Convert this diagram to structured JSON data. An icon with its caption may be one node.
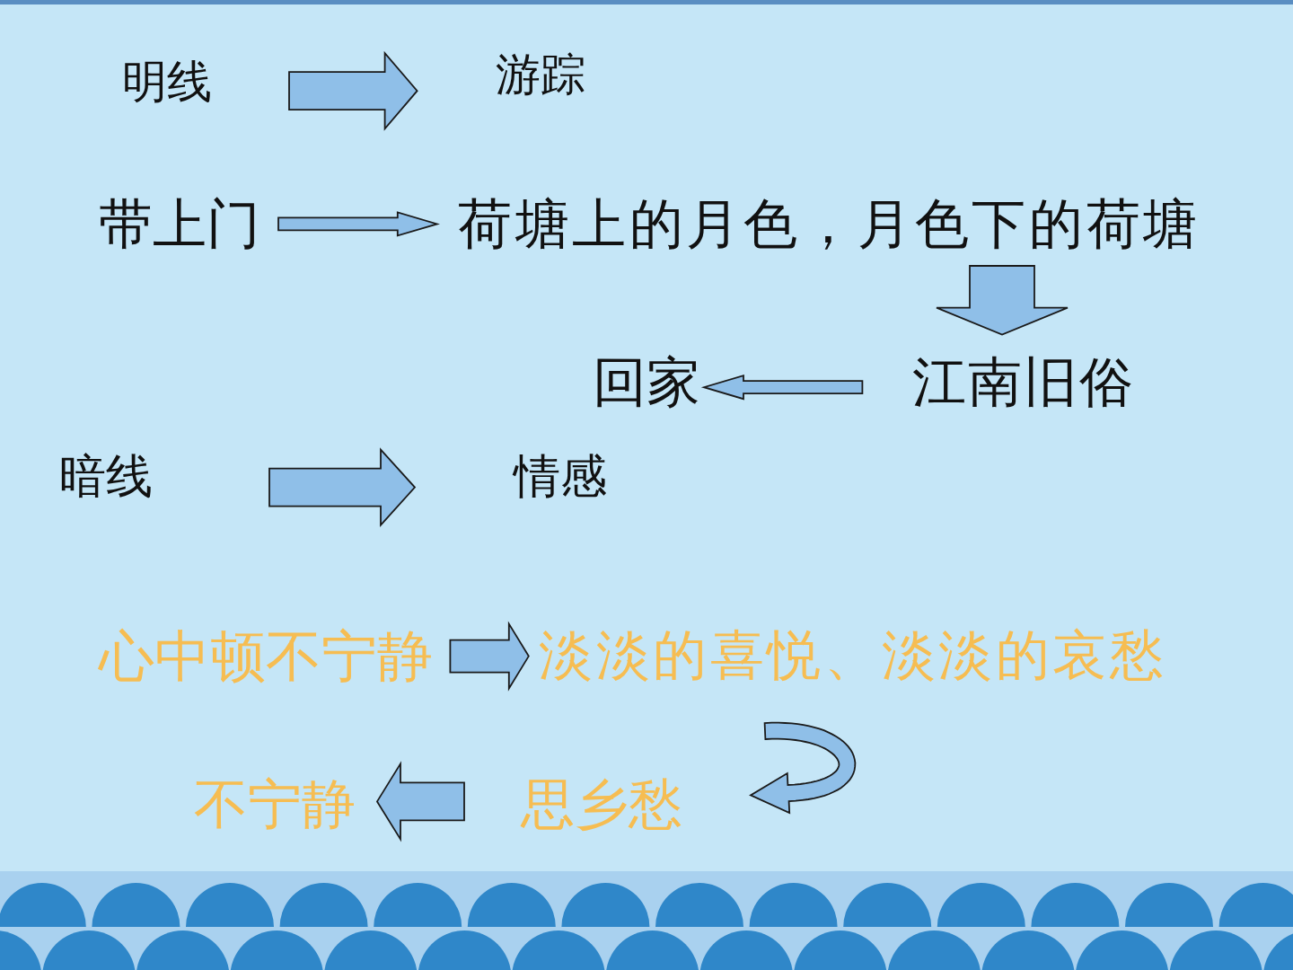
{
  "diagram": {
    "nodes": [
      {
        "text": [
          "明线"
        ]
      },
      {
        "text": [
          "游踪"
        ]
      },
      {
        "text": [
          "带上门"
        ]
      },
      {
        "text": [
          "荷塘上的月色，月色下的荷塘"
        ]
      },
      {
        "text": [
          "江南旧俗"
        ]
      },
      {
        "text": [
          "回家"
        ]
      },
      {
        "text": [
          "暗线"
        ]
      },
      {
        "text": [
          "情感"
        ]
      },
      {
        "text": [
          "心中顿不宁静"
        ]
      },
      {
        "text": [
          "淡淡的喜悦、淡淡的哀愁"
        ]
      },
      {
        "text": [
          "思乡愁"
        ]
      },
      {
        "text": [
          "不宁静"
        ]
      }
    ],
    "edges": [
      {
        "from": 0,
        "to": 1,
        "arrow": "to"
      },
      {
        "from": 2,
        "to": 3,
        "arrow": "to"
      },
      {
        "from": 3,
        "to": 4,
        "arrow": "to"
      },
      {
        "from": 4,
        "to": 5,
        "arrow": "to"
      },
      {
        "from": 6,
        "to": 7,
        "arrow": "to"
      },
      {
        "from": 8,
        "to": 9,
        "arrow": "to"
      },
      {
        "from": 9,
        "to": 10,
        "arrow": "to"
      },
      {
        "from": 10,
        "to": 11,
        "arrow": "to"
      }
    ]
  }
}
